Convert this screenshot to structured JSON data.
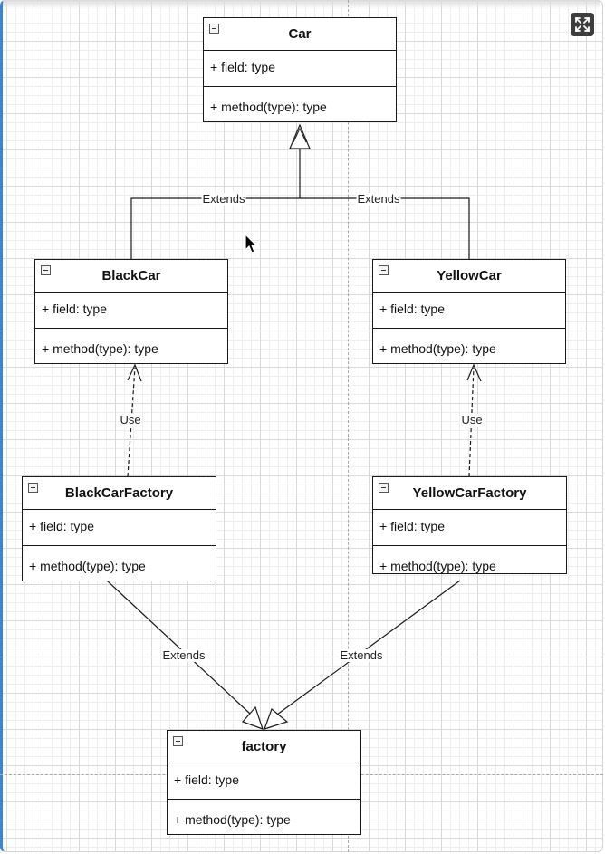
{
  "classes": {
    "car": {
      "name": "Car",
      "field": "+ field: type",
      "method": "+ method(type): type"
    },
    "black_car": {
      "name": "BlackCar",
      "field": "+ field: type",
      "method": "+ method(type): type"
    },
    "yellow_car": {
      "name": "YellowCar",
      "field": "+ field: type",
      "method": "+ method(type): type"
    },
    "black_car_factory": {
      "name": "BlackCarFactory",
      "field": "+ field: type",
      "method": "+ method(type): type"
    },
    "yellow_car_factory": {
      "name": "YellowCarFactory",
      "field": "+ field: type",
      "method": "+ method(type): type"
    },
    "factory": {
      "name": "factory",
      "field": "+ field: type",
      "method": "+ method(type): type"
    }
  },
  "edges": {
    "black_extends_car": "Extends",
    "yellow_extends_car": "Extends",
    "black_factory_use": "Use",
    "yellow_factory_use": "Use",
    "black_factory_extends": "Extends",
    "yellow_factory_extends": "Extends"
  },
  "icons": {
    "expand": "expand-icon",
    "cursor": "mouse-pointer-icon",
    "collapse_toggle": "collapse-toggle-icon"
  }
}
